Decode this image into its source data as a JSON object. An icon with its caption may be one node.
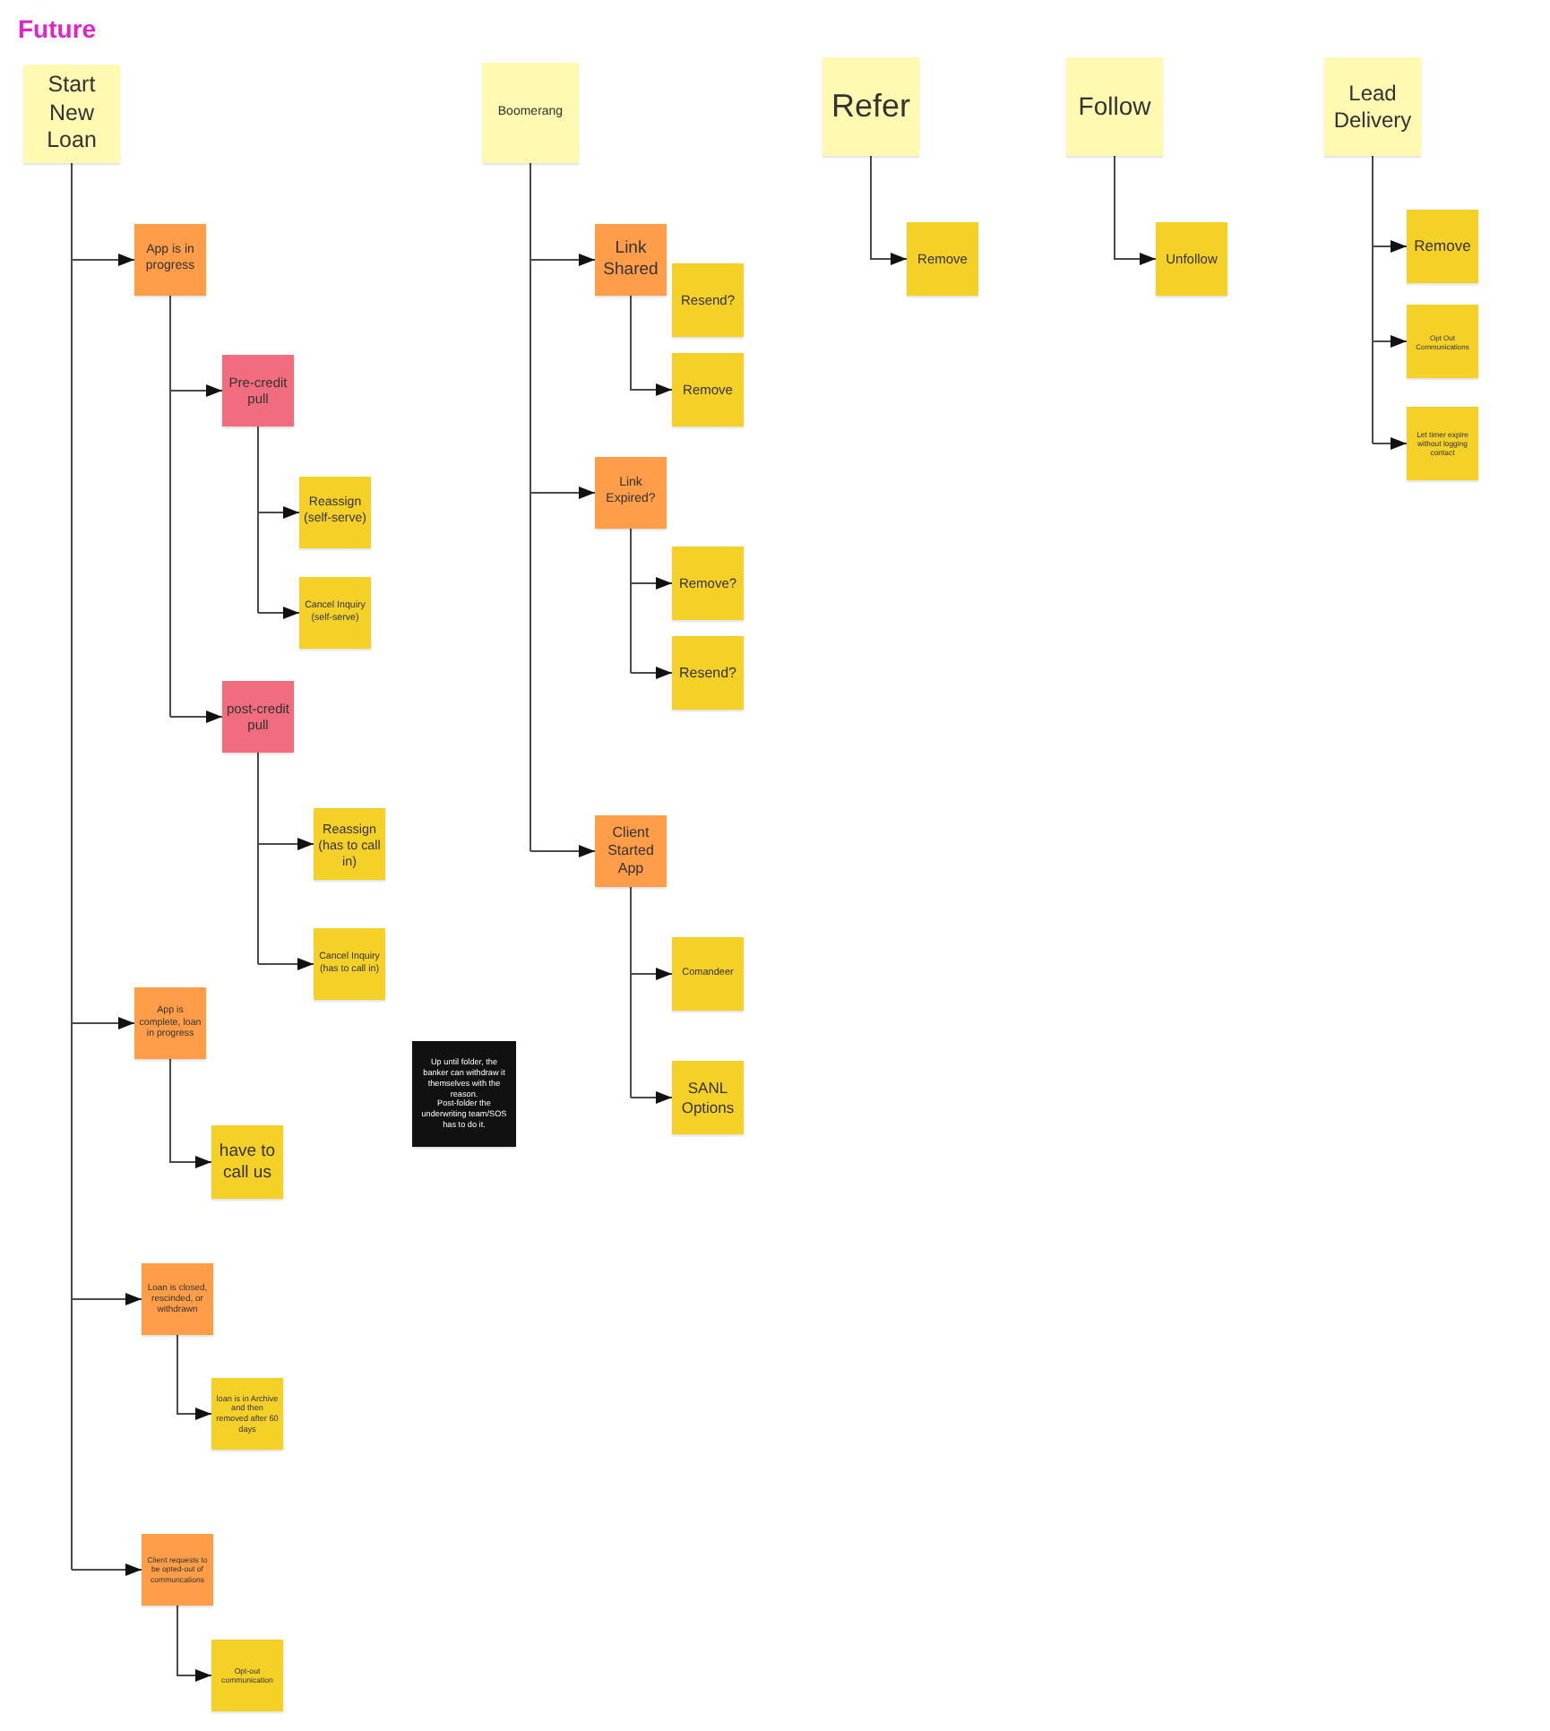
{
  "diagram": {
    "title": "Future",
    "nodes": [
      {
        "text": [
          "Start New Loan"
        ]
      },
      {
        "text": [
          "App is in progress"
        ]
      },
      {
        "text": [
          "Pre-credit pull"
        ]
      },
      {
        "text": [
          "Reassign (self-serve)"
        ]
      },
      {
        "text": [
          "Cancel Inquiry (self-serve)"
        ]
      },
      {
        "text": [
          "post-credit pull"
        ]
      },
      {
        "text": [
          "Reassign (has to call in)"
        ]
      },
      {
        "text": [
          "Cancel Inquiry (has to call in)"
        ]
      },
      {
        "text": [
          "App is complete, loan in progress"
        ]
      },
      {
        "text": [
          "have to call us"
        ]
      },
      {
        "text": [
          "Loan is closed, rescinded, or withdrawn"
        ]
      },
      {
        "text": [
          "loan is in Archive and then removed after 60 days"
        ]
      },
      {
        "text": [
          "Client requests to be opted-out of communcations"
        ]
      },
      {
        "text": [
          "Opt-out communication"
        ]
      },
      {
        "text": [
          "Up until folder, the banker can withdraw it themselves with the reason.",
          "Post-folder the underwriting team/SOS has to do it."
        ]
      },
      {
        "text": [
          "Boomerang"
        ]
      },
      {
        "text": [
          "Link Shared"
        ]
      },
      {
        "text": [
          "Resend?"
        ]
      },
      {
        "text": [
          "Remove"
        ]
      },
      {
        "text": [
          "Link Expired?"
        ]
      },
      {
        "text": [
          "Remove?"
        ]
      },
      {
        "text": [
          "Resend?"
        ]
      },
      {
        "text": [
          "Client Started App"
        ]
      },
      {
        "text": [
          "Comandeer"
        ]
      },
      {
        "text": [
          "SANL Options"
        ]
      },
      {
        "text": [
          "Refer"
        ]
      },
      {
        "text": [
          "Remove"
        ]
      },
      {
        "text": [
          "Follow"
        ]
      },
      {
        "text": [
          "Unfollow"
        ]
      },
      {
        "text": [
          "Lead Delivery"
        ]
      },
      {
        "text": [
          "Remove"
        ]
      },
      {
        "text": [
          "Opt Out Communications"
        ]
      },
      {
        "text": [
          "Let timer expire without logging contact"
        ]
      }
    ],
    "edges": [
      {
        "from": 0,
        "to": 1,
        "arrow": "to"
      },
      {
        "from": 1,
        "to": 2,
        "arrow": "to"
      },
      {
        "from": 2,
        "to": 3,
        "arrow": "to"
      },
      {
        "from": 2,
        "to": 4,
        "arrow": "to"
      },
      {
        "from": 1,
        "to": 5,
        "arrow": "to"
      },
      {
        "from": 5,
        "to": 6,
        "arrow": "to"
      },
      {
        "from": 5,
        "to": 7,
        "arrow": "to"
      },
      {
        "from": 0,
        "to": 8,
        "arrow": "to"
      },
      {
        "from": 8,
        "to": 9,
        "arrow": "to"
      },
      {
        "from": 0,
        "to": 10,
        "arrow": "to"
      },
      {
        "from": 10,
        "to": 11,
        "arrow": "to"
      },
      {
        "from": 0,
        "to": 12,
        "arrow": "to"
      },
      {
        "from": 12,
        "to": 13,
        "arrow": "to"
      },
      {
        "from": 15,
        "to": 16,
        "arrow": "to"
      },
      {
        "from": 16,
        "to": 18,
        "arrow": "to"
      },
      {
        "from": 15,
        "to": 19,
        "arrow": "to"
      },
      {
        "from": 19,
        "to": 20,
        "arrow": "to"
      },
      {
        "from": 19,
        "to": 21,
        "arrow": "to"
      },
      {
        "from": 15,
        "to": 22,
        "arrow": "to"
      },
      {
        "from": 22,
        "to": 23,
        "arrow": "to"
      },
      {
        "from": 22,
        "to": 24,
        "arrow": "to"
      },
      {
        "from": 25,
        "to": 26,
        "arrow": "to"
      },
      {
        "from": 27,
        "to": 28,
        "arrow": "to"
      },
      {
        "from": 29,
        "to": 30,
        "arrow": "to"
      },
      {
        "from": 29,
        "to": 31,
        "arrow": "to"
      },
      {
        "from": 29,
        "to": 32,
        "arrow": "to"
      }
    ]
  }
}
